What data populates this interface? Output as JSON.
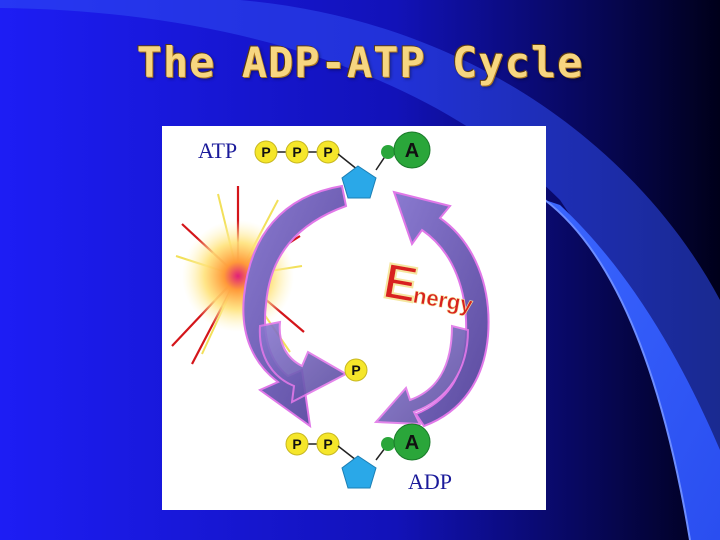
{
  "slide": {
    "title": "The ADP-ATP Cycle"
  },
  "diagram": {
    "atp_label": "ATP",
    "adp_label": "ADP",
    "energy_initial": "E",
    "energy_rest": "nergy",
    "phosphate_label": "P",
    "adenine_label": "A"
  },
  "colors": {
    "background": "#1a1aee",
    "title": "#f7d680",
    "phosphate": "#f5e62a",
    "adenine": "#2aa63a",
    "ribose": "#2aa8e8",
    "arrow": "#7a6ab8",
    "energy": "#d8211f"
  }
}
